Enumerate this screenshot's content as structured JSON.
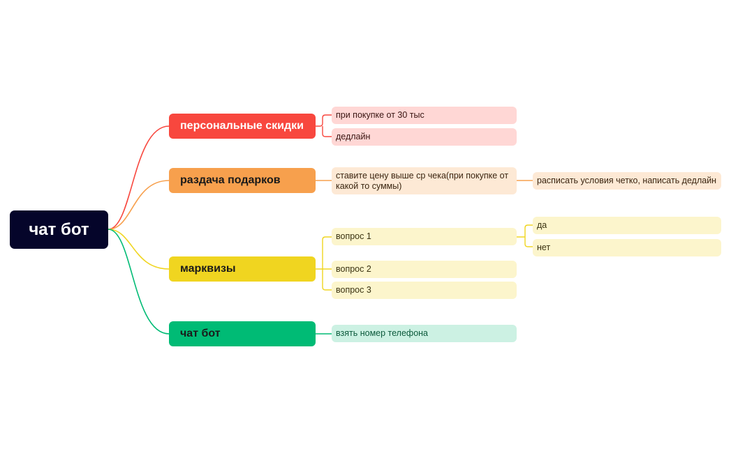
{
  "root": {
    "label": "чат бот"
  },
  "branches": [
    {
      "label": "персональные скидки",
      "color": "#f8473e",
      "children": [
        {
          "label": "при покупке от 30 тыс"
        },
        {
          "label": "дедлайн"
        }
      ]
    },
    {
      "label": "раздача подарков",
      "color": "#f7a04d",
      "children": [
        {
          "label": "ставите цену выше ср чека(при покупке от какой то суммы)",
          "children": [
            {
              "label": "расписать условия четко, написать дедлайн"
            }
          ]
        }
      ]
    },
    {
      "label": "марквизы",
      "color": "#f0d520",
      "children": [
        {
          "label": "вопрос 1",
          "children": [
            {
              "label": "да"
            },
            {
              "label": "нет"
            }
          ]
        },
        {
          "label": "вопрос 2"
        },
        {
          "label": "вопрос 3"
        }
      ]
    },
    {
      "label": "чат бот",
      "color": "#00bb75",
      "children": [
        {
          "label": "взять номер телефона"
        }
      ]
    }
  ]
}
